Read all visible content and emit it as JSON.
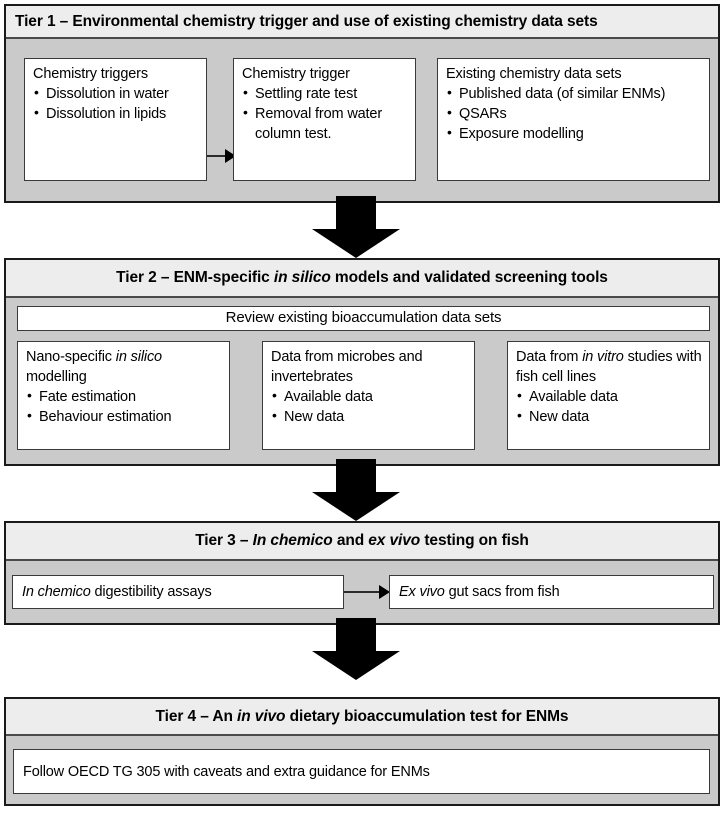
{
  "figure": {
    "type": "tiered-flowchart",
    "title_absent": true,
    "background_color": "#ffffff",
    "tier_band_color": "#ededed",
    "tier_body_color": "#cacaca",
    "box_color": "#ffffff",
    "line_color": "#1a1a1a"
  },
  "tier1": {
    "header": "Tier 1 – Environmental chemistry trigger and use of existing chemistry data sets",
    "box1": {
      "title": "Chemistry triggers",
      "items": [
        "Dissolution in water",
        "Dissolution in lipids"
      ]
    },
    "box2": {
      "title": "Chemistry trigger",
      "items": [
        "Settling rate test",
        "Removal from water column test."
      ]
    },
    "box3": {
      "title": "Existing chemistry data sets",
      "items": [
        "Published data (of similar ENMs)",
        "QSARs",
        "Exposure modelling"
      ]
    },
    "connector": "arrow-right"
  },
  "tier2": {
    "header_parts": {
      "a": "Tier 2 – ENM-specific ",
      "italic": "in silico",
      "b": " models and validated screening tools"
    },
    "banner": "Review existing bioaccumulation data sets",
    "box1": {
      "title_a": "Nano-specific ",
      "title_italic": "in silico",
      "title_b": " modelling",
      "items": [
        "Fate estimation",
        "Behaviour estimation"
      ]
    },
    "box2": {
      "title": "Data from microbes and invertebrates",
      "items": [
        "Available data",
        "New data"
      ]
    },
    "box3": {
      "title_a": "Data from ",
      "title_italic": "in vitro",
      "title_b": " studies with fish cell lines",
      "items": [
        "Available data",
        "New data"
      ]
    }
  },
  "tier3": {
    "header_parts": {
      "a": "Tier 3 – ",
      "italic1": "In chemico",
      "b": " and ",
      "italic2": "ex vivo",
      "c": " testing on fish"
    },
    "box1": {
      "italic": "In chemico",
      "rest": " digestibility assays"
    },
    "box2": {
      "italic": "Ex vivo",
      "rest": " gut sacs from fish"
    },
    "connector": "arrow-right"
  },
  "tier4": {
    "header_parts": {
      "a": "Tier 4 – An ",
      "italic": "in vivo",
      "b": " dietary bioaccumulation test for ENMs"
    },
    "box1": "Follow OECD TG 305 with caveats and extra guidance for ENMs"
  },
  "arrows": {
    "tier1_to_tier2": "down-arrow",
    "tier2_to_tier3": "down-arrow",
    "tier3_to_tier4": "down-arrow"
  }
}
